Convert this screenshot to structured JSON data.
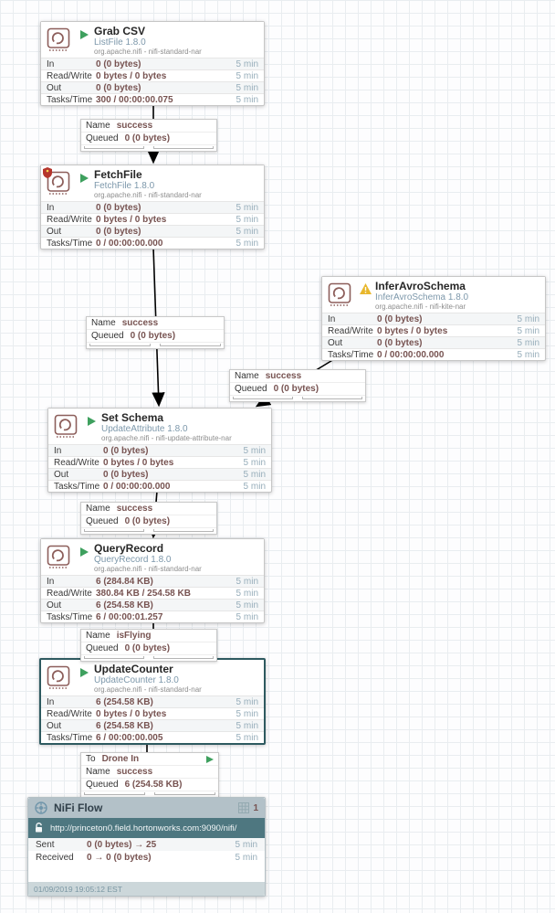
{
  "meta": {
    "window_label": "5 min",
    "stat_labels": {
      "in": "In",
      "read_write": "Read/Write",
      "out": "Out",
      "tasks_time": "Tasks/Time"
    },
    "conn_keys": {
      "to": "To",
      "name": "Name",
      "queued": "Queued"
    },
    "colors": {
      "running_green": "#3ea05e",
      "warning_yellow": "#e8b72c",
      "restricted_red": "#b5352c",
      "value_brick": "#775351",
      "type_blue": "#7d98ab",
      "selection_teal": "#2e5a60",
      "group_header_bg": "#b3c1c8",
      "group_url_bg": "#4e7780",
      "group_footer_bg": "#ccd7da"
    }
  },
  "processors": [
    {
      "name": "Grab CSV",
      "type": "ListFile 1.8.0",
      "bundle": "org.apache.nifi - nifi-standard-nar",
      "status": "running",
      "in": "0 (0 bytes)",
      "read_write": "0 bytes / 0 bytes",
      "out": "0 (0 bytes)",
      "tasks_time": "300 / 00:00:00.075"
    },
    {
      "name": "FetchFile",
      "type": "FetchFile 1.8.0",
      "bundle": "org.apache.nifi - nifi-standard-nar",
      "status": "running",
      "restricted": true,
      "in": "0 (0 bytes)",
      "read_write": "0 bytes / 0 bytes",
      "out": "0 (0 bytes)",
      "tasks_time": "0 / 00:00:00.000"
    },
    {
      "name": "InferAvroSchema",
      "type": "InferAvroSchema 1.8.0",
      "bundle": "org.apache.nifi - nifi-kite-nar",
      "status": "warning",
      "in": "0 (0 bytes)",
      "read_write": "0 bytes / 0 bytes",
      "out": "0 (0 bytes)",
      "tasks_time": "0 / 00:00:00.000"
    },
    {
      "name": "Set Schema",
      "type": "UpdateAttribute 1.8.0",
      "bundle": "org.apache.nifi - nifi-update-attribute-nar",
      "status": "running",
      "in": "0 (0 bytes)",
      "read_write": "0 bytes / 0 bytes",
      "out": "0 (0 bytes)",
      "tasks_time": "0 / 00:00:00.000"
    },
    {
      "name": "QueryRecord",
      "type": "QueryRecord 1.8.0",
      "bundle": "org.apache.nifi - nifi-standard-nar",
      "status": "running",
      "in": "6 (284.84 KB)",
      "read_write": "380.84 KB / 254.58 KB",
      "out": "6 (254.58 KB)",
      "tasks_time": "6 / 00:00:01.257"
    },
    {
      "name": "UpdateCounter",
      "type": "UpdateCounter 1.8.0",
      "bundle": "org.apache.nifi - nifi-standard-nar",
      "status": "running",
      "selected": true,
      "in": "6 (254.58 KB)",
      "read_write": "0 bytes / 0 bytes",
      "out": "6 (254.58 KB)",
      "tasks_time": "6 / 00:00:00.005"
    }
  ],
  "connections": [
    {
      "name": "success",
      "queued": "0 (0 bytes)"
    },
    {
      "name": "success",
      "queued": "0 (0 bytes)"
    },
    {
      "name": "success",
      "queued": "0 (0 bytes)"
    },
    {
      "name": "success",
      "queued": "0 (0 bytes)"
    },
    {
      "name": "isFlying",
      "queued": "0 (0 bytes)"
    },
    {
      "to": "Drone In",
      "name": "success",
      "queued": "6 (254.58 KB)"
    }
  ],
  "remote_group": {
    "title": "NiFi Flow",
    "port_count": "1",
    "url": "http://princeton0.field.hortonworks.com:9090/nifi/",
    "sent_label": "Sent",
    "sent_value": "0 (0 bytes) → 25",
    "received_label": "Received",
    "received_value": "0 → 0 (0 bytes)",
    "timestamp": "01/09/2019 19:05:12 EST"
  }
}
